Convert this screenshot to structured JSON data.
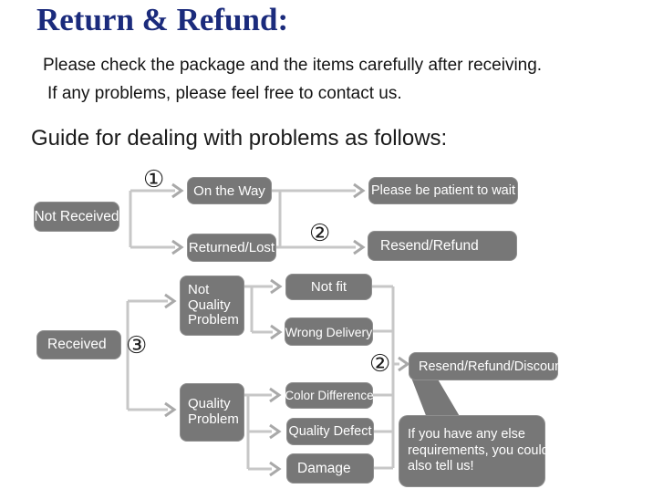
{
  "header": {
    "title": "Return & Refund:",
    "intro_line1": "Please check the package and the items carefully after receiving.",
    "intro_line2": "If any problems, please feel free to contact us.",
    "guide_heading": "Guide for dealing with problems as follows:"
  },
  "colors": {
    "title_blue": "#1b2b7c",
    "node_gray": "#777777",
    "node_text": "#ffffff",
    "connector_gray": "#c7c7c7",
    "background": "#ffffff"
  },
  "flow": {
    "badges": {
      "circled_1": "①",
      "circled_2": "②",
      "circled_3": "③"
    },
    "nodes": {
      "not_received": "Not Received",
      "on_the_way": "On the Way",
      "please_be_patient": "Please be patient to wait",
      "returned_lost": "Returned/Lost",
      "resend_refund": "Resend/Refund",
      "received": "Received",
      "not_quality_problem_lines": [
        "Not",
        "Quality",
        "Problem"
      ],
      "not_fit": "Not fit",
      "wrong_delivery": "Wrong Delivery",
      "quality_problem_lines": [
        "Quality",
        "Problem"
      ],
      "color_difference": "Color Difference",
      "quality_defect": "Quality Defect",
      "damage": "Damage",
      "resend_refund_discount": "Resend/Refund/Discount",
      "note_bubble_lines": [
        "If you have any else",
        "requirements, you could",
        "also tell us!"
      ]
    }
  }
}
